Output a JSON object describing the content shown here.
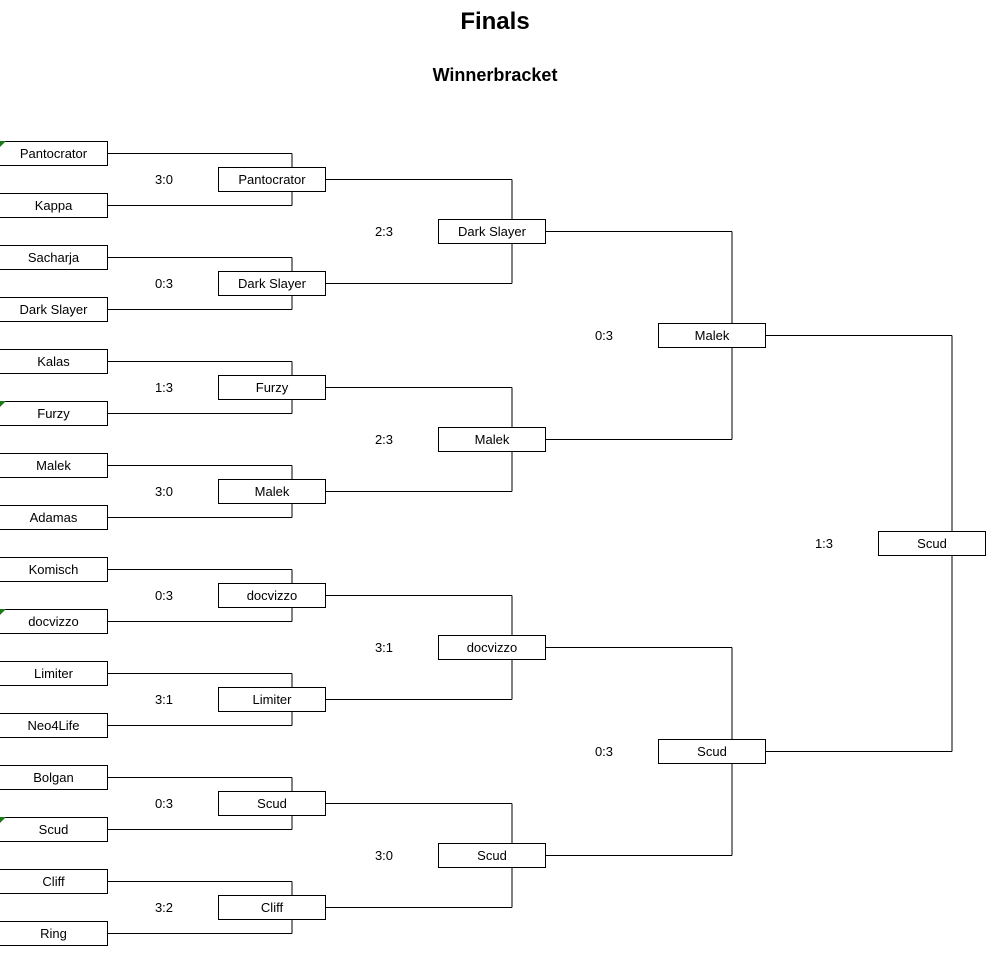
{
  "title": "Finals",
  "subtitle": "Winnerbracket",
  "rounds": [
    {
      "players": [
        "Pantocrator",
        "Kappa",
        "Sacharja",
        "Dark Slayer",
        "Kalas",
        "Furzy",
        "Malek",
        "Adamas",
        "Komisch",
        "docvizzo",
        "Limiter",
        "Neo4Life",
        "Bolgan",
        "Scud",
        "Cliff",
        "Ring"
      ],
      "flagged": [
        0,
        5,
        9,
        13
      ]
    },
    {
      "players": [
        "Pantocrator",
        "Dark Slayer",
        "Furzy",
        "Malek",
        "docvizzo",
        "Limiter",
        "Scud",
        "Cliff"
      ],
      "scores": [
        "3:0",
        "0:3",
        "1:3",
        "3:0",
        "0:3",
        "3:1",
        "0:3",
        "3:2"
      ]
    },
    {
      "players": [
        "Dark Slayer",
        "Malek",
        "docvizzo",
        "Scud"
      ],
      "scores": [
        "2:3",
        "2:3",
        "3:1",
        "3:0"
      ]
    },
    {
      "players": [
        "Malek",
        "Scud"
      ],
      "scores": [
        "0:3",
        "0:3"
      ]
    },
    {
      "players": [
        "Scud"
      ],
      "scores": [
        "1:3"
      ]
    }
  ],
  "colors": {
    "line": "#000000",
    "flag": "#1a7a1a"
  }
}
